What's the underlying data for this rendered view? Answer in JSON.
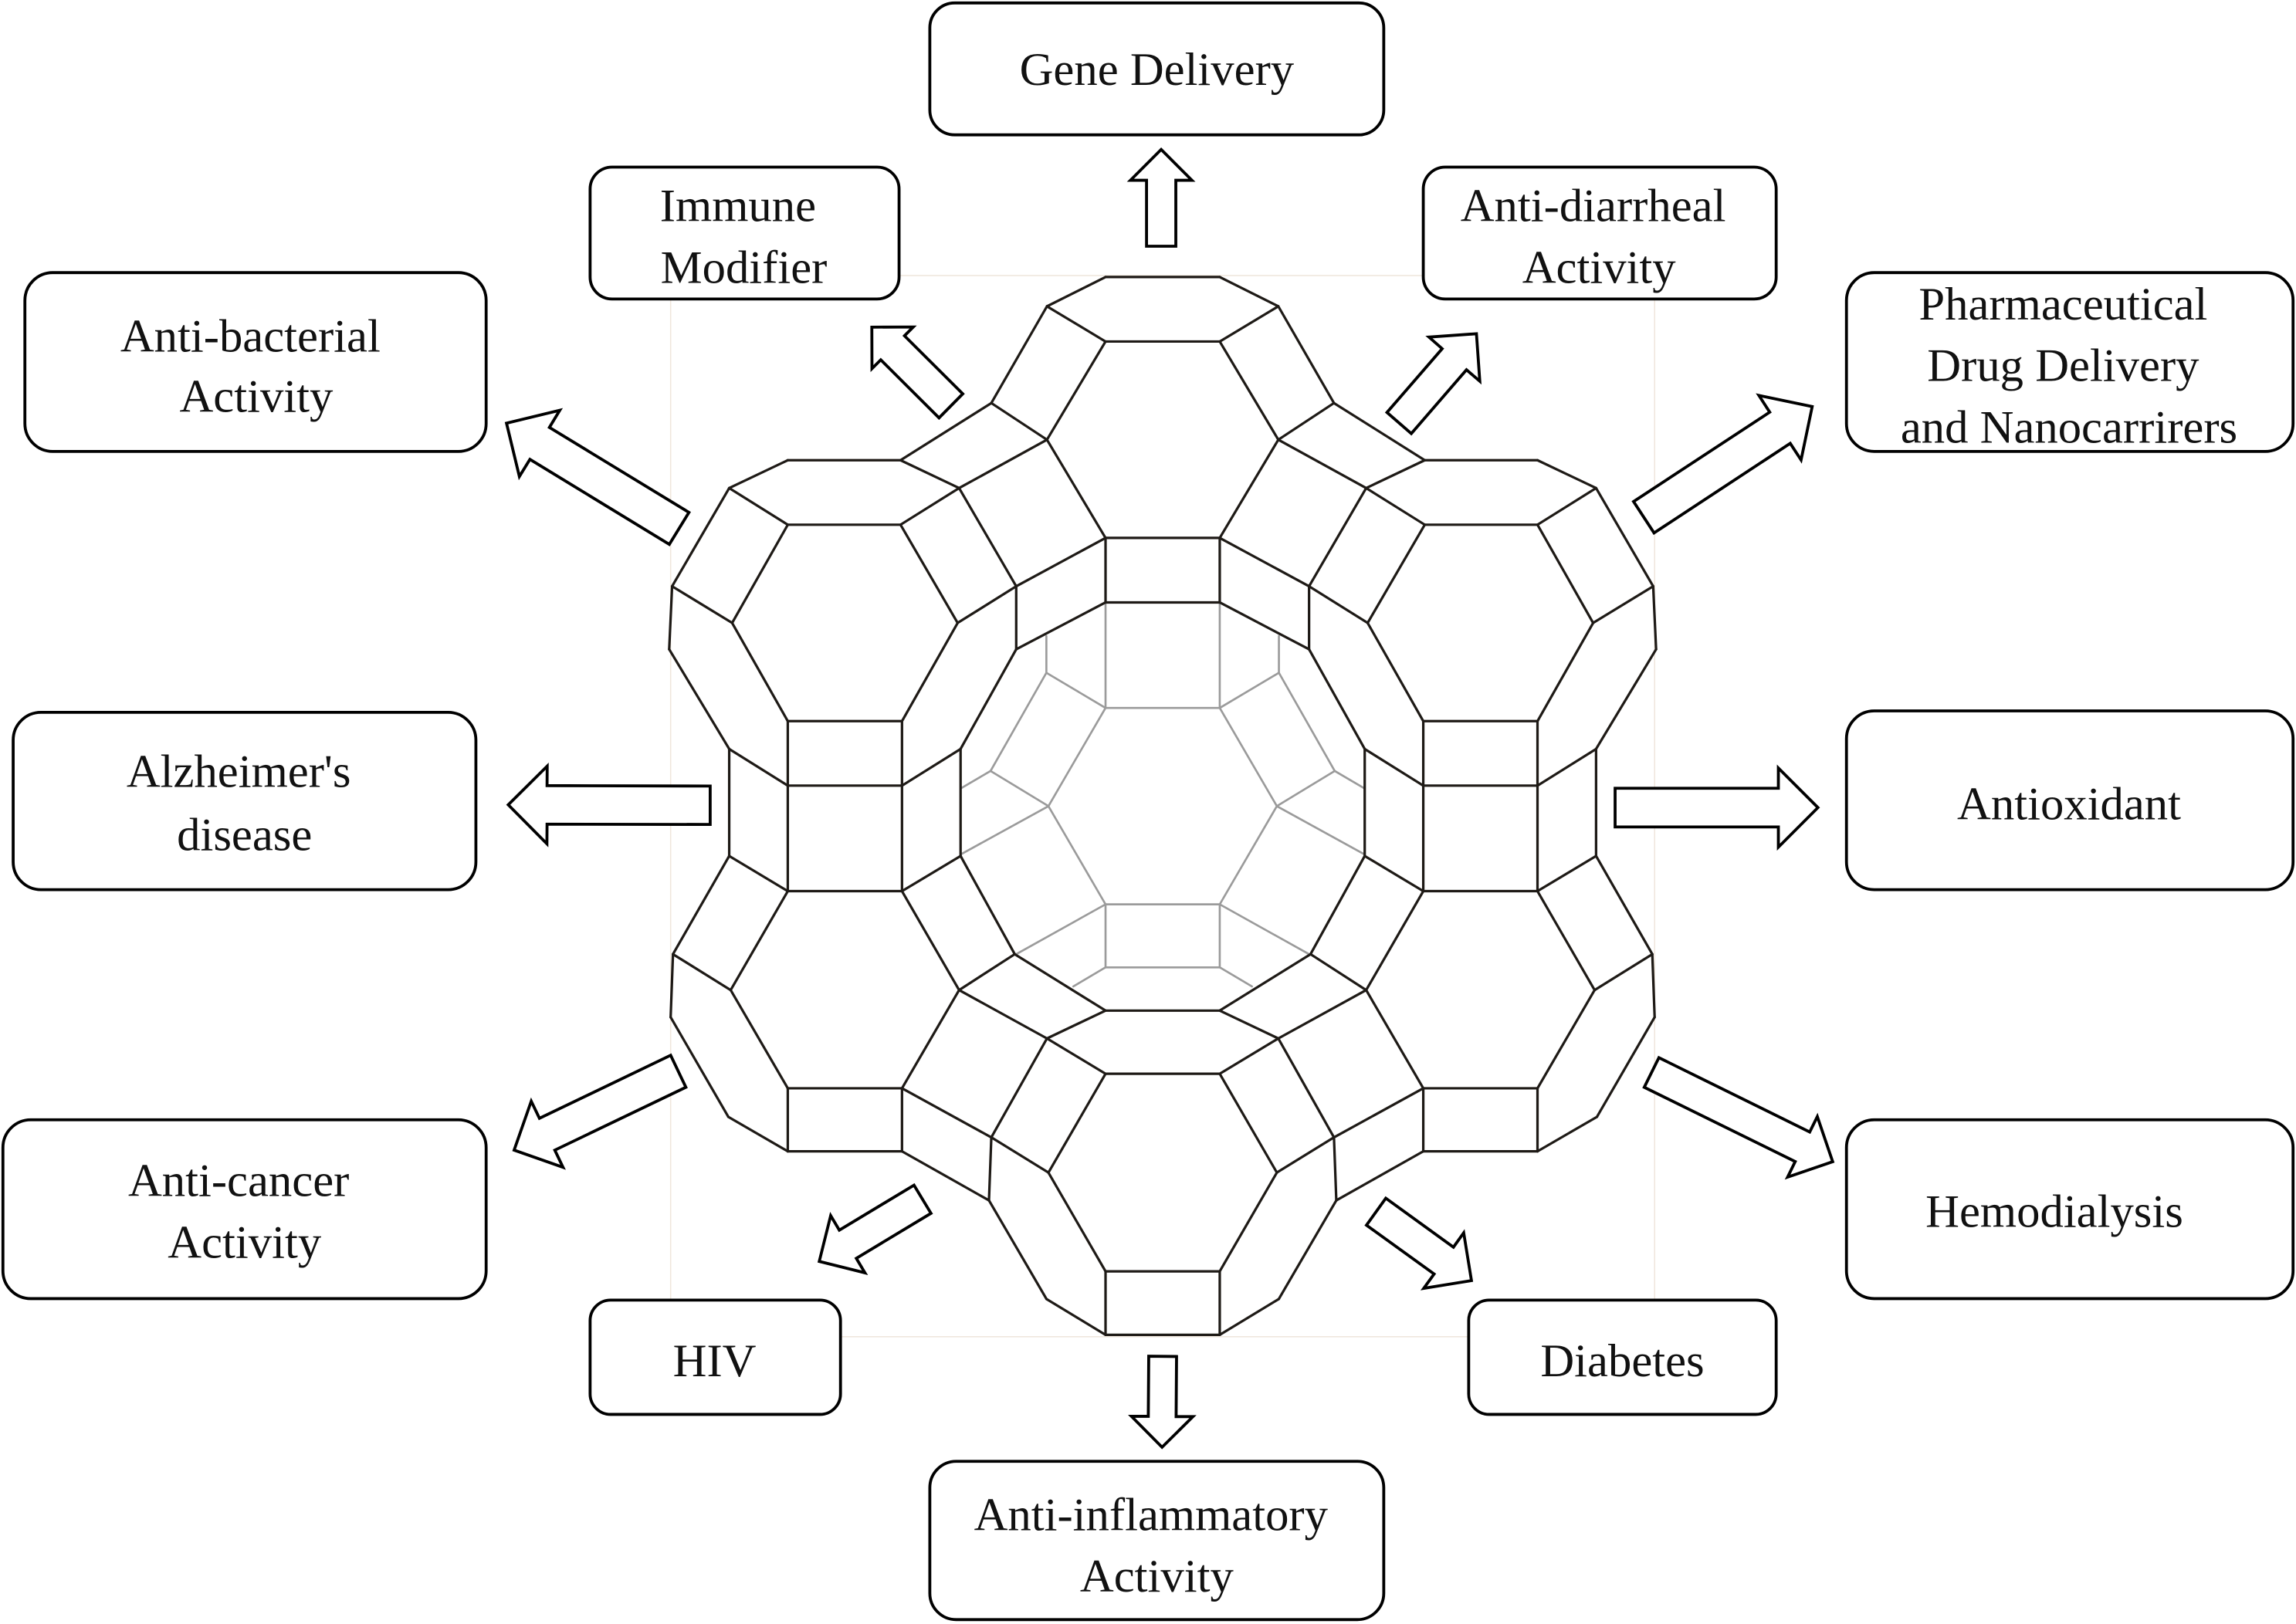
{
  "figure": {
    "type": "zeolite-applications-diagram",
    "center": "zeolite framework cage structure",
    "colors": {
      "framework_edge": "#1e1a16",
      "inner_cage_edge": "#9b9b9b",
      "box_border": "#000000",
      "background": "#ffffff"
    }
  },
  "applications": {
    "gene_delivery": [
      "Gene Delivery"
    ],
    "immune_modifier": [
      "Immune",
      "Modifier"
    ],
    "anti_diarrheal": [
      "Anti-diarrheal",
      "Activity"
    ],
    "anti_bacterial": [
      "Anti-bacterial",
      "Activity"
    ],
    "pharmaceutical": [
      "Pharmaceutical",
      "Drug Delivery",
      "and Nanocarrirers"
    ],
    "alzheimers": [
      "Alzheimer's",
      "disease"
    ],
    "antioxidant": [
      "Antioxidant"
    ],
    "anti_cancer": [
      "Anti-cancer",
      "Activity"
    ],
    "hemodialysis": [
      "Hemodialysis"
    ],
    "hiv": [
      "HIV"
    ],
    "diabetes": [
      "Diabetes"
    ],
    "anti_inflammatory": [
      "Anti-inflammatory",
      "Activity"
    ]
  }
}
